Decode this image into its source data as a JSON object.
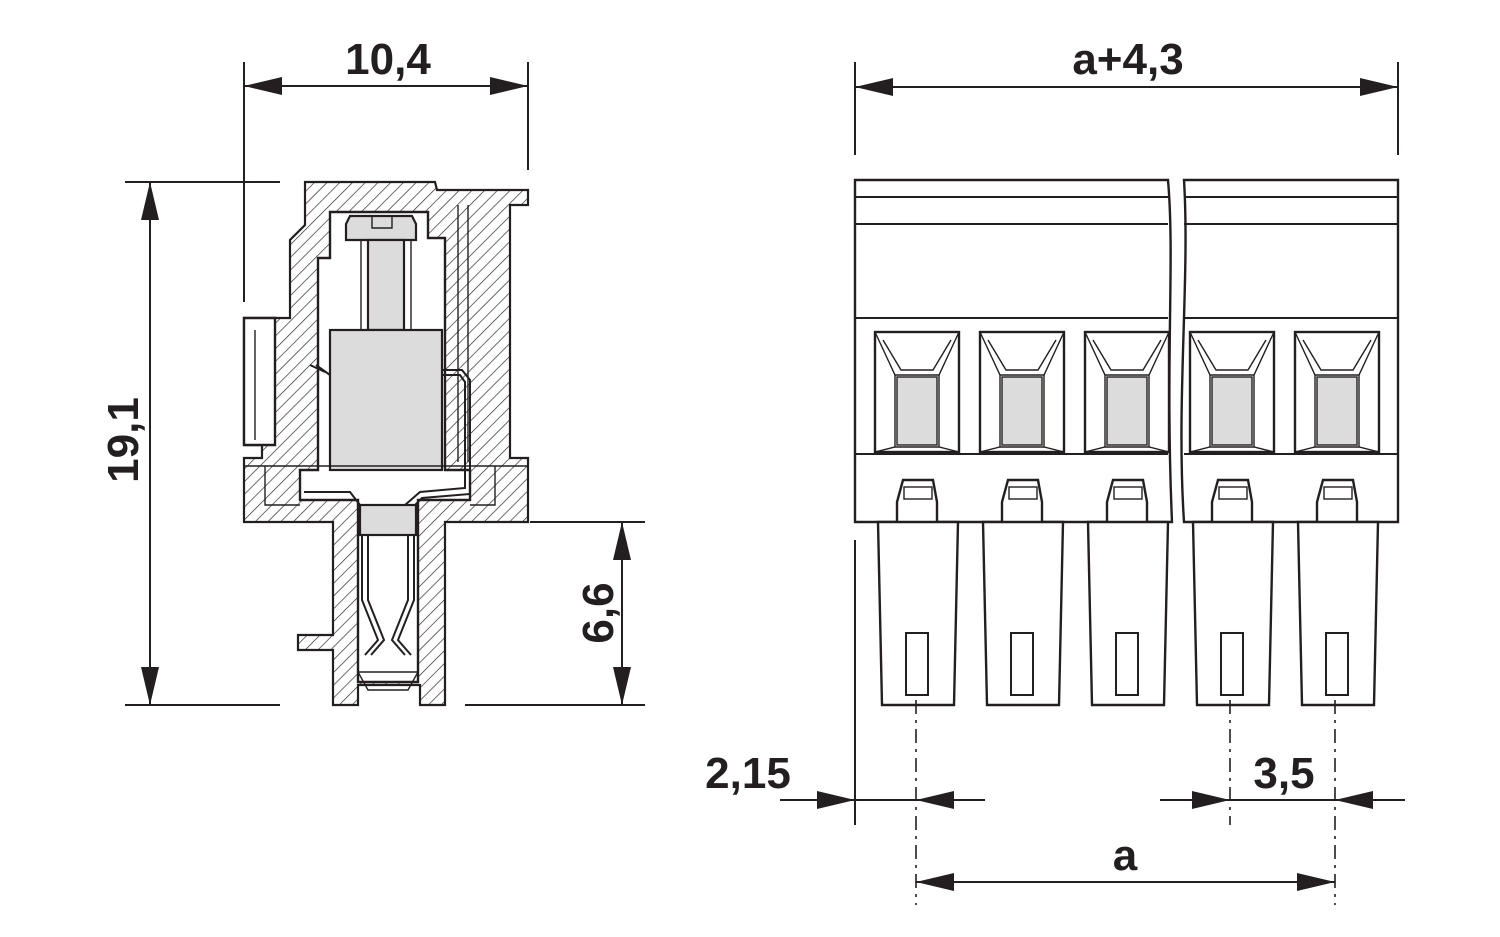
{
  "dimensions": {
    "width_side": "10,4",
    "height_total": "19,1",
    "height_lower": "6,6",
    "width_front": "a+4,3",
    "edge_offset": "2,15",
    "pitch": "3,5",
    "span": "a"
  },
  "colors": {
    "line": "#231f20",
    "fill_gray": "#dcdcdc",
    "background": "#ffffff"
  }
}
